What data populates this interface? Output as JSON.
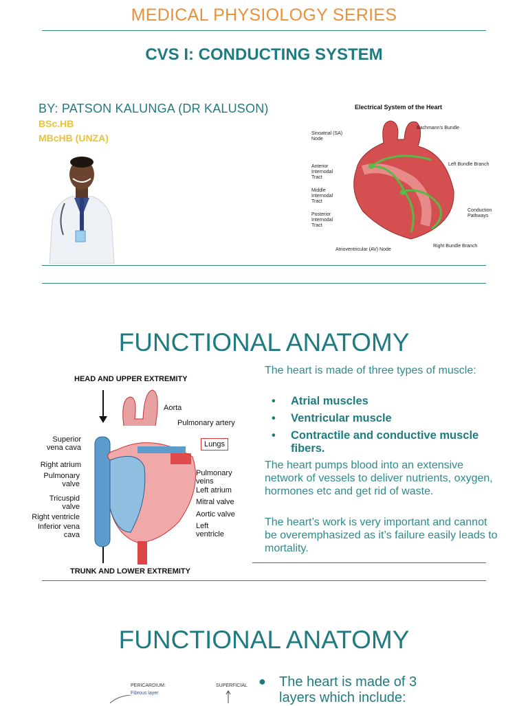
{
  "header": {
    "series": "MEDICAL PHYSIOLOGY SERIES",
    "title": "CVS I: CONDUCTING SYSTEM",
    "author": "BY: PATSON KALUNGA (DR KALUSON)",
    "degrees": [
      "BSc.HB",
      "MBcHB (UNZA)"
    ]
  },
  "electrical_diagram": {
    "title": "Electrical System of the Heart",
    "labels": {
      "sa_node": "Sinoatrial (SA) Node",
      "anterior": "Anterior Internodal Tract",
      "middle": "Middle Internodal Tract",
      "posterior": "Posterior Internodal Tract",
      "av_node": "Atrioventricular (AV) Node",
      "bachmann": "Bachmann's Bundle",
      "left_bundle": "Left Bundle Branch",
      "conduction": "Conduction Pathways",
      "right_bundle": "Right Bundle Branch"
    }
  },
  "section1": {
    "title": "FUNCTIONAL ANATOMY",
    "intro": "The heart is made of three types of muscle:",
    "bullets": [
      "Atrial muscles",
      "Ventricular muscle",
      "Contractile and conductive muscle fibers."
    ],
    "para1": "The heart pumps blood into an extensive network of vessels to deliver nutrients, oxygen, hormones etc and get rid of waste.",
    "para2": "The heart’s work is very important and cannot be overemphasized as it’s failure easily leads to mortality."
  },
  "heart_diagram": {
    "top": "HEAD AND UPPER EXTREMITY",
    "bottom": "TRUNK AND LOWER EXTREMITY",
    "labels": {
      "aorta": "Aorta",
      "pulmonary_artery": "Pulmonary artery",
      "lungs": "Lungs",
      "superior_vena_cava": "Superior vena cava",
      "right_atrium": "Right atrium",
      "pulmonary_valve": "Pulmonary valve",
      "tricuspid_valve": "Tricuspid valve",
      "right_ventricle": "Right ventricle",
      "inferior_vena_cava": "Inferior vena cava",
      "pulmonary_veins": "Pulmonary veins",
      "left_atrium": "Left atrium",
      "mitral_valve": "Mitral valve",
      "aortic_valve": "Aortic valve",
      "left_ventricle": "Left ventricle"
    }
  },
  "section2": {
    "title": "FUNCTIONAL ANATOMY",
    "bullet": "The heart is made of 3 layers which include:",
    "fig_labels": {
      "pericardium": "PERICARDIUM:",
      "fibrous": "Fibrous layer",
      "superficial": "SUPERFICIAL"
    }
  },
  "colors": {
    "teal": "#1f7b80",
    "orange": "#e8913a",
    "gold": "#e8c23a"
  }
}
